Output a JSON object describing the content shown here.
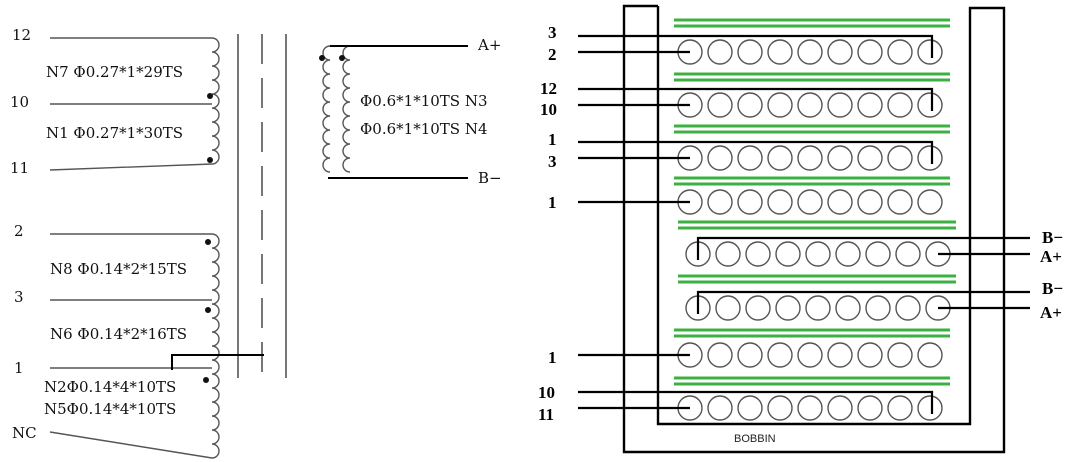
{
  "schematic": {
    "pins_left": [
      "12",
      "10",
      "11",
      "2",
      "3",
      "1",
      "NC"
    ],
    "windings_left": [
      "N7 Φ0.27*1*29TS",
      "N1 Φ0.27*1*30TS",
      "N8 Φ0.14*2*15TS",
      "N6 Φ0.14*2*16TS",
      "N2Φ0.14*4*10TS",
      "N5Φ0.14*4*10TS"
    ],
    "windings_right": [
      "Φ0.6*1*10TS N3",
      "Φ0.6*1*10TS N4"
    ],
    "pins_right": [
      "A+",
      "B−"
    ]
  },
  "bobbin": {
    "label": "BOBBIN",
    "left_pins": [
      [
        "3",
        "2"
      ],
      [
        "12",
        "10"
      ],
      [
        "1",
        "3"
      ],
      [
        "1"
      ],
      [
        "1"
      ],
      [
        "10",
        "11"
      ]
    ],
    "right_pins": [
      [
        "B−",
        "A+"
      ],
      [
        "B−",
        "A+"
      ]
    ],
    "colors": {
      "insulation": "#3cb043",
      "wire": "#000000",
      "turn": "#555555"
    }
  }
}
